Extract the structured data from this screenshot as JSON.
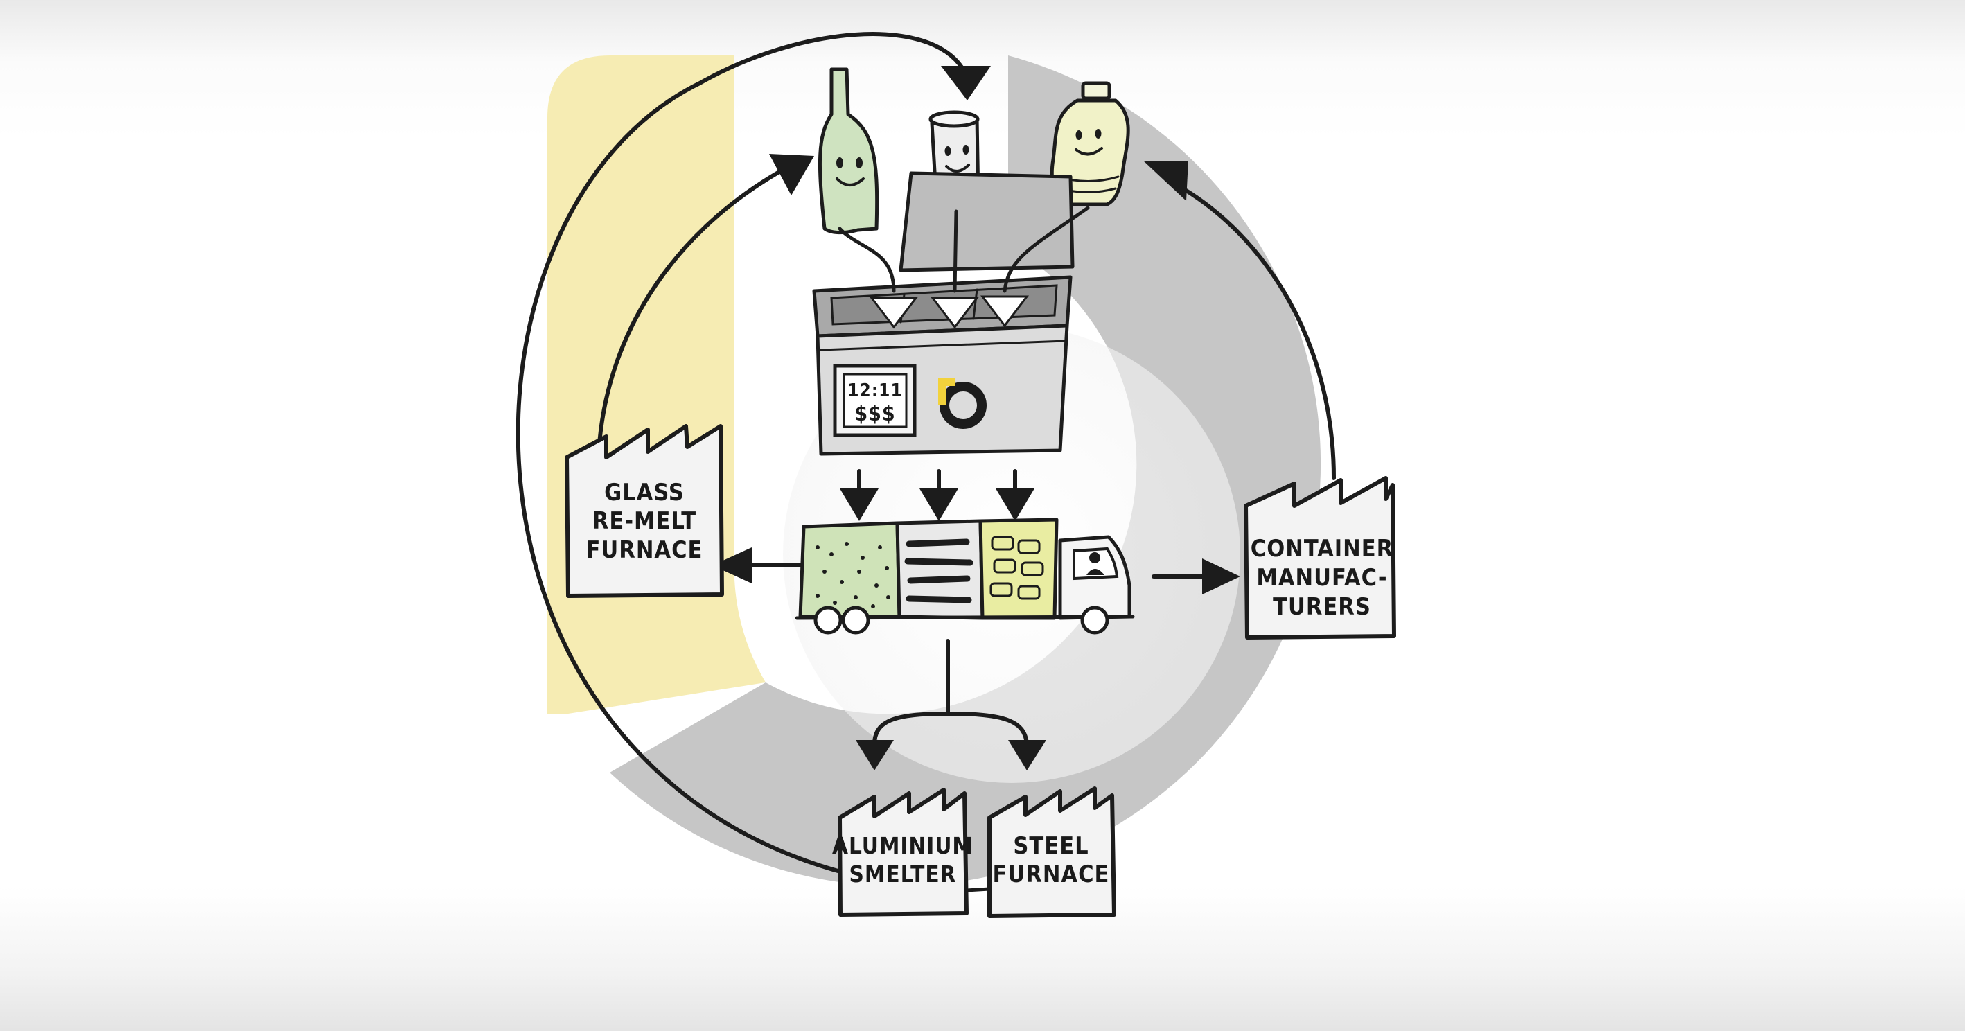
{
  "nodes": {
    "glass_furnace": {
      "lines": [
        "GLASS",
        "RE-MELT",
        "FURNACE"
      ]
    },
    "container_manufacturers": {
      "lines": [
        "CONTAINER",
        "MANUFAC-",
        "TURERS"
      ]
    },
    "aluminium_smelter": {
      "lines": [
        "ALUMINIUM",
        "SMELTER"
      ]
    },
    "steel_furnace": {
      "lines": [
        "STEEL",
        "FURNACE"
      ]
    }
  },
  "machine": {
    "display_time": "12:11",
    "display_money": "$$$"
  },
  "colors": {
    "glass_segment": "#f6ecb3",
    "cycle_ring": "#c6c6c6",
    "ink": "#1c1c1c",
    "brand_yellow": "#f2d23c",
    "glass_cargo": "#cfe3b8",
    "plastic_cargo": "#e9eda2"
  },
  "icons": [
    "glass-bottle-icon",
    "aluminium-can-icon",
    "plastic-bottle-icon",
    "recycling-machine-icon",
    "truck-icon",
    "factory-icon"
  ]
}
